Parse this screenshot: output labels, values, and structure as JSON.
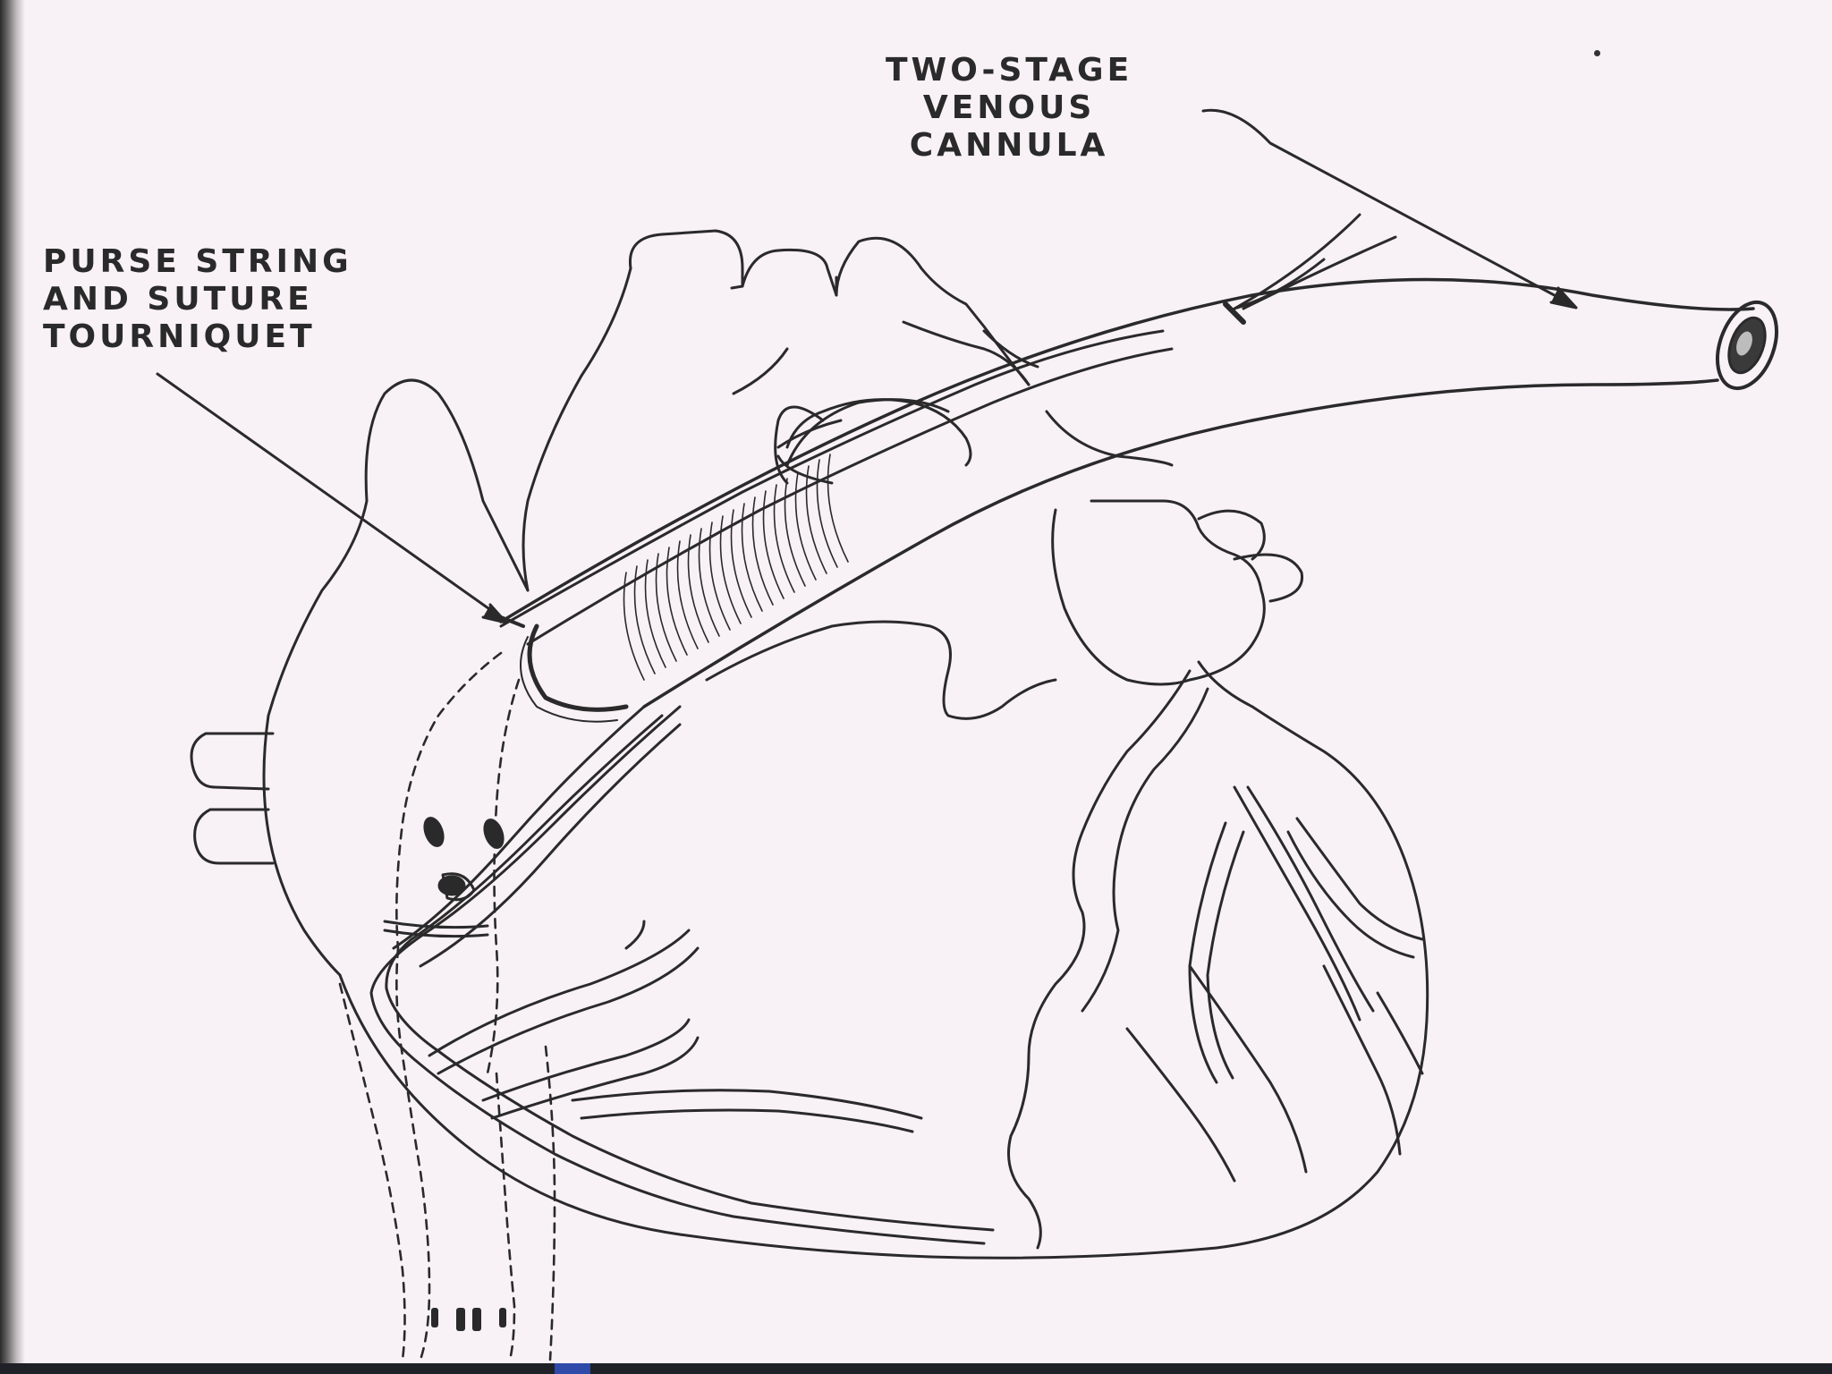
{
  "labels": {
    "cannula": {
      "line1": "TWO-STAGE",
      "line2": "VENOUS",
      "line3": "CANNULA"
    },
    "purse": {
      "line1": "PURSE STRING",
      "line2": "AND SUTURE",
      "line3": "TOURNIQUET"
    }
  },
  "colors": {
    "paper": "#f8f1f5",
    "ink": "#2a2a2a"
  }
}
